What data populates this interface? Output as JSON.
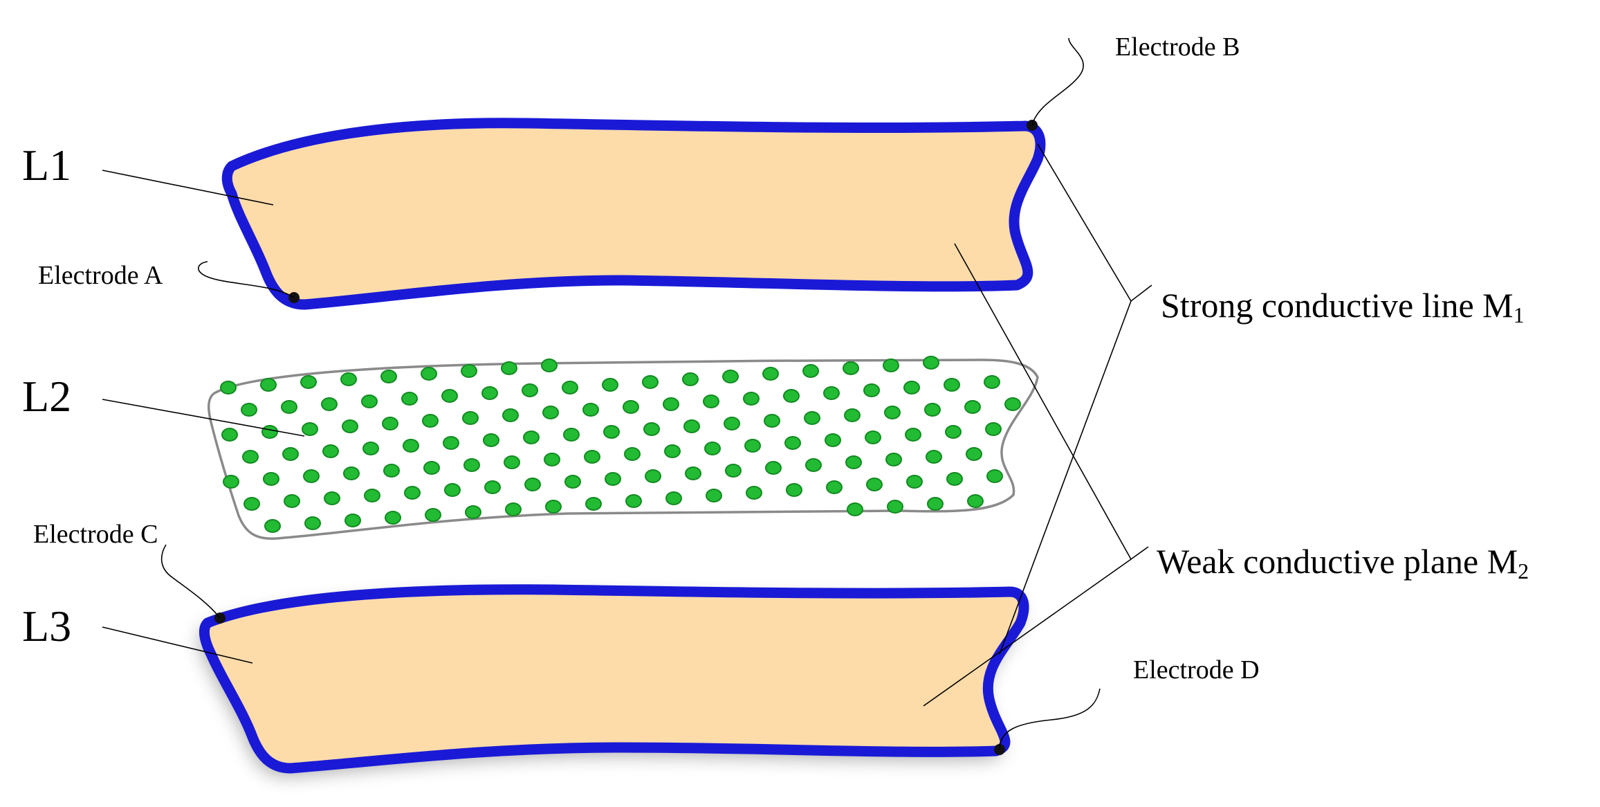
{
  "colors": {
    "conductive_line": "#1a1ad6",
    "layer_fill": "#fddcaa",
    "particle": "#22bb33",
    "particle_edge": "#138a22",
    "plane_outline": "#8a8a8a"
  },
  "layers": {
    "l1": "L1",
    "l2": "L2",
    "l3": "L3"
  },
  "electrodes": {
    "a": "Electrode A",
    "b": "Electrode B",
    "c": "Electrode C",
    "d": "Electrode D"
  },
  "callouts": {
    "strong": {
      "text": "Strong conductive line M",
      "sub": "1"
    },
    "weak": {
      "text": "Weak conductive plane M",
      "sub": "2"
    }
  }
}
